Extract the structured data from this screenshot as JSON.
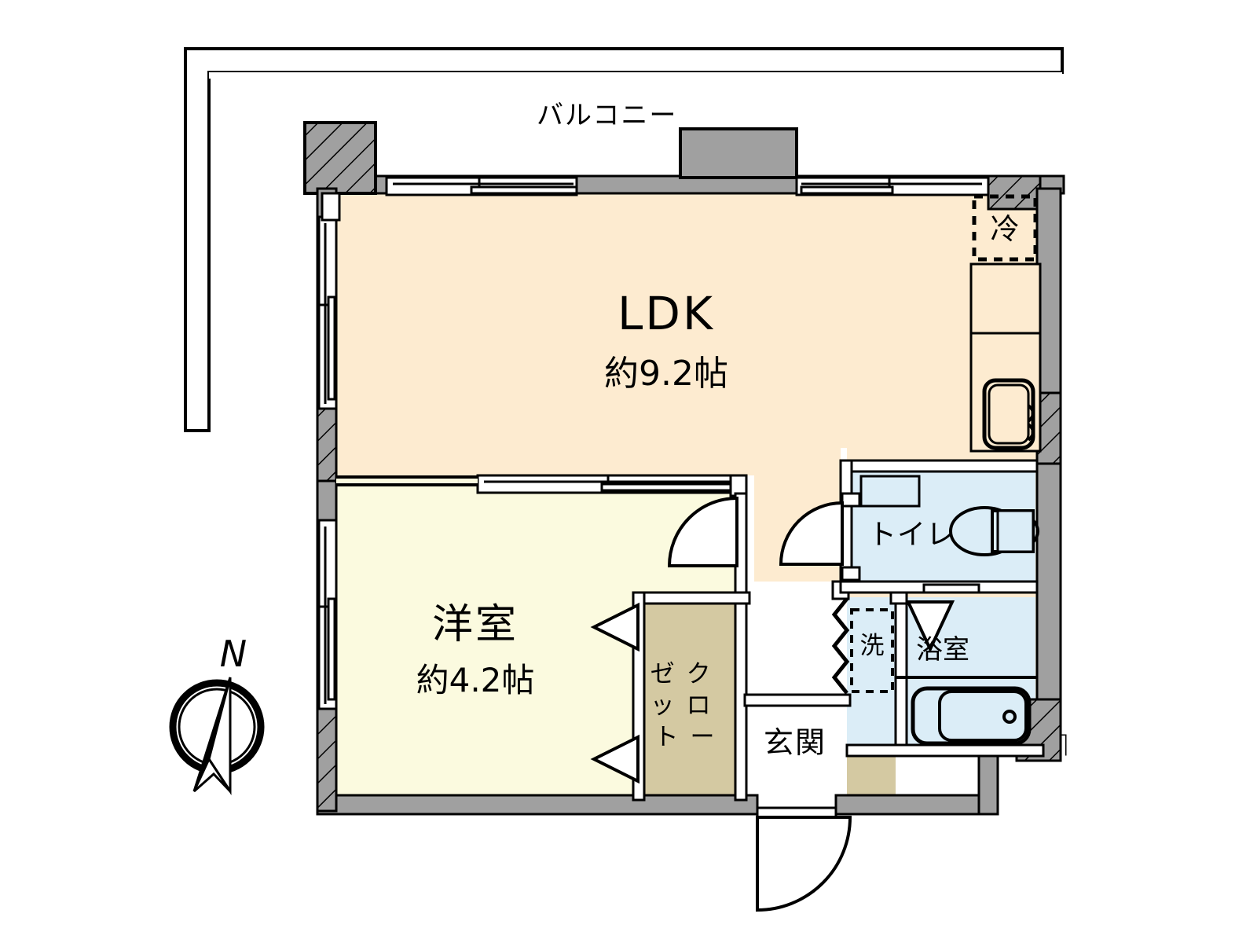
{
  "plan": {
    "type": "japanese-floor-plan",
    "layout_code": "1LDK",
    "colors": {
      "ldk_fill": "#fdebd0",
      "room_fill": "#fbfadf",
      "closet_fill": "#d4c9a2",
      "wet_fill": "#dbedf7",
      "wall_gray": "#a0a0a0",
      "entry_fill": "#ffffff",
      "outline": "#000000",
      "balcony_fill": "#ffffff"
    },
    "rooms": [
      {
        "id": "balcony",
        "name": "バルコニー",
        "area_text": ""
      },
      {
        "id": "ldk",
        "name": "LDK",
        "area_text": "約9.2帖"
      },
      {
        "id": "bedroom",
        "name": "洋室",
        "area_text": "約4.2帖"
      },
      {
        "id": "closet",
        "name_col_right": "クロー",
        "name_col_left": "ゼット",
        "name": "クローゼット",
        "area_text": ""
      },
      {
        "id": "entrance",
        "name": "玄関",
        "area_text": ""
      },
      {
        "id": "toilet",
        "name": "トイレ",
        "area_text": ""
      },
      {
        "id": "bath",
        "name": "浴室",
        "area_text": ""
      },
      {
        "id": "washer",
        "name": "洗",
        "area_text": ""
      },
      {
        "id": "fridge",
        "name": "冷",
        "area_text": ""
      }
    ],
    "closet_chars_right": [
      "ク",
      "ロ",
      "ー"
    ],
    "closet_chars_left": [
      "ゼ",
      "ッ",
      "ト"
    ],
    "compass": {
      "label": "N"
    }
  }
}
